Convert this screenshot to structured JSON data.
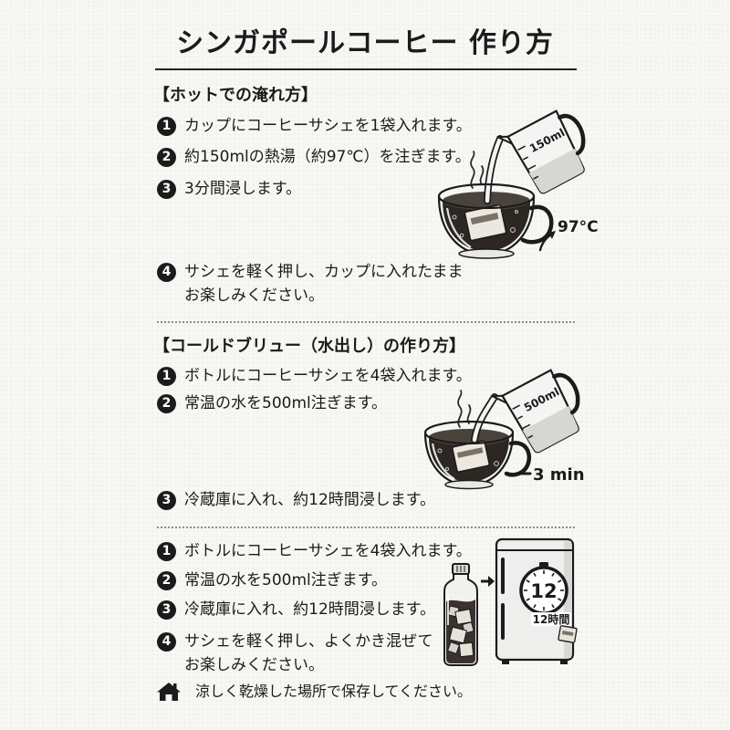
{
  "title": "シンガポールコーヒー 作り方",
  "hot": {
    "heading": "【ホットでの淹れ方】",
    "steps": [
      {
        "num": "1",
        "lines": [
          "カップにコーヒーサシェを1袋入れます。"
        ]
      },
      {
        "num": "2",
        "lines": [
          "約150mlの熱湯（約97℃）を注ぎます。"
        ]
      },
      {
        "num": "3",
        "lines": [
          "3分間浸します。"
        ]
      },
      {
        "num": "4",
        "lines": [
          "サシェを軽く押し、カップに入れたまま",
          "お楽しみください。"
        ]
      }
    ],
    "illustration": {
      "measure_label": "150ml",
      "temperature_label": "97°C"
    }
  },
  "cold_brew": {
    "heading": "【コールドブリュー（水出し）の作り方】",
    "steps": [
      {
        "num": "1",
        "lines": [
          "ボトルにコーヒーサシェを4袋入れます。"
        ]
      },
      {
        "num": "2",
        "lines": [
          "常温の水を500ml注ぎます。"
        ]
      },
      {
        "num": "3",
        "lines": [
          "冷蔵庫に入れ、約12時間浸します。"
        ]
      }
    ],
    "illustration": {
      "measure_label": "500ml",
      "time_label": "3 min"
    }
  },
  "bottle_brew": {
    "steps": [
      {
        "num": "1",
        "lines": [
          "ボトルにコーヒーサシェを4袋入れます。"
        ]
      },
      {
        "num": "2",
        "lines": [
          "常温の水を500ml注ぎます。"
        ]
      },
      {
        "num": "3",
        "lines": [
          "冷蔵庫に入れ、約12時間浸します。"
        ]
      },
      {
        "num": "4",
        "lines": [
          "サシェを軽く押し、よくかき混ぜて",
          "お楽しみください。"
        ]
      }
    ],
    "illustration": {
      "clock_number": "12",
      "time_label": "12時間"
    }
  },
  "footer": {
    "icon": "house-icon",
    "text": "涼しく乾燥した場所で保存してください。"
  },
  "colors": {
    "ink": "#1b1b1b",
    "paper": "#f7f7f4",
    "divider": "#8c8c8c",
    "coffee": "#2c2723"
  }
}
